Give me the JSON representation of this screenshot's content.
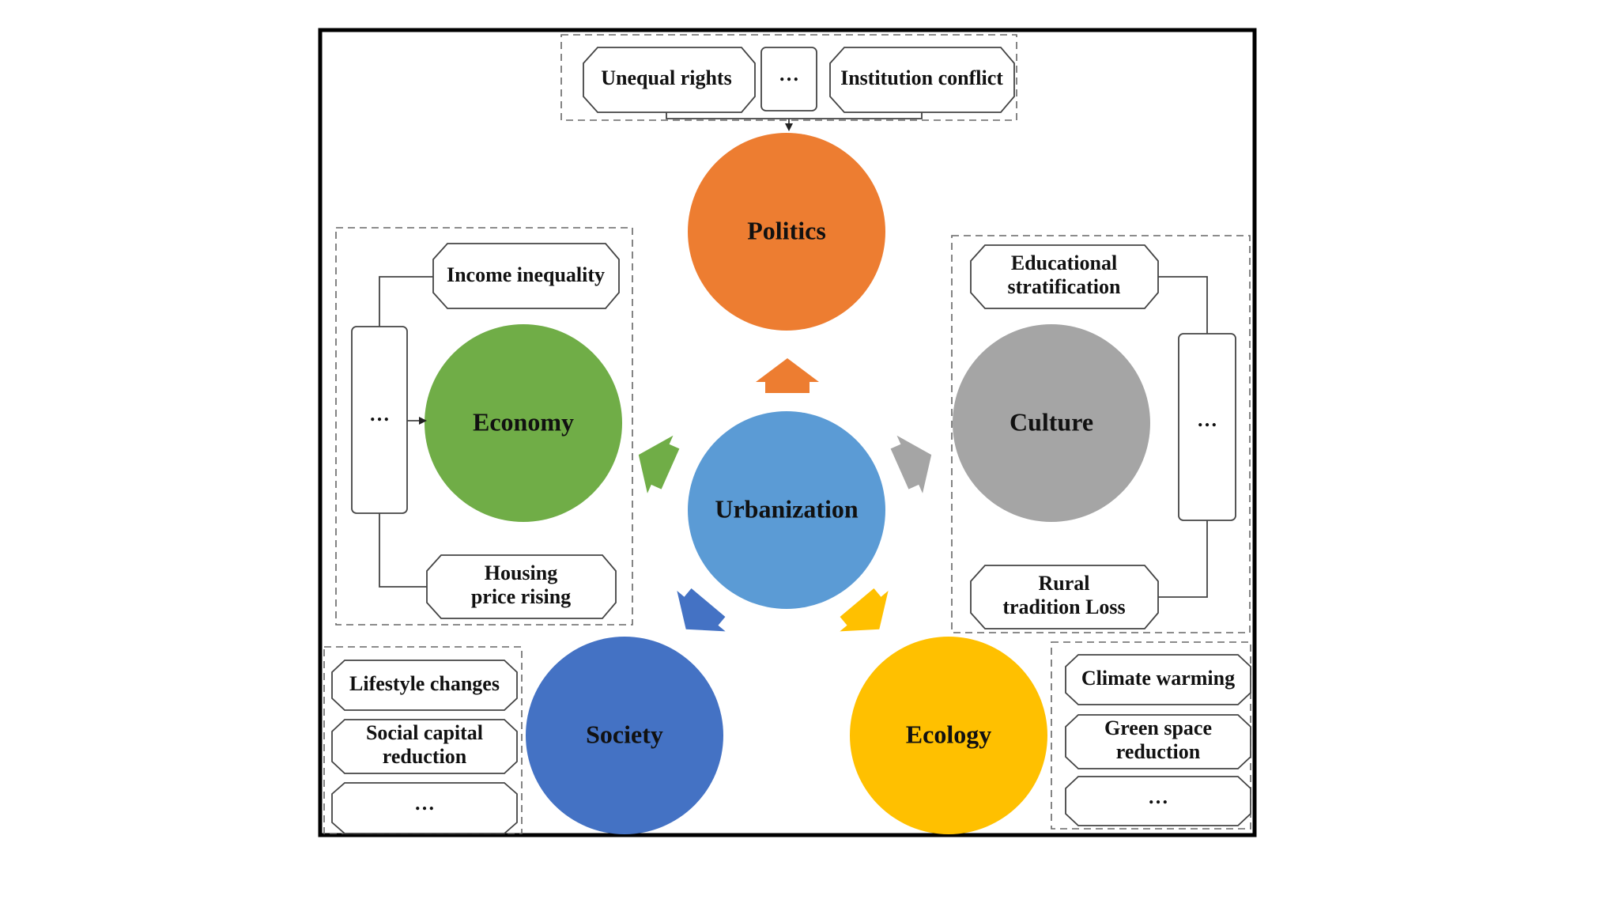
{
  "center": {
    "label": "Urbanization",
    "color": "#5B9BD5"
  },
  "dimensions": {
    "politics": {
      "label": "Politics",
      "color": "#ED7D31",
      "factors": [
        "Unequal rights",
        "…",
        "Institution conflict"
      ]
    },
    "economy": {
      "label": "Economy",
      "color": "#70AD47",
      "factors": [
        "Income inequality",
        "…",
        "Housing price rising"
      ]
    },
    "culture": {
      "label": "Culture",
      "color": "#A5A5A5",
      "factors": [
        "Educational stratification",
        "…",
        "Rural tradition Loss"
      ]
    },
    "society": {
      "label": "Society",
      "color": "#4472C4",
      "factors": [
        "Lifestyle changes",
        "Social capital reduction",
        "…"
      ]
    },
    "ecology": {
      "label": "Ecology",
      "color": "#FFC000",
      "factors": [
        "Climate warming",
        "Green space reduction",
        "…"
      ]
    }
  }
}
